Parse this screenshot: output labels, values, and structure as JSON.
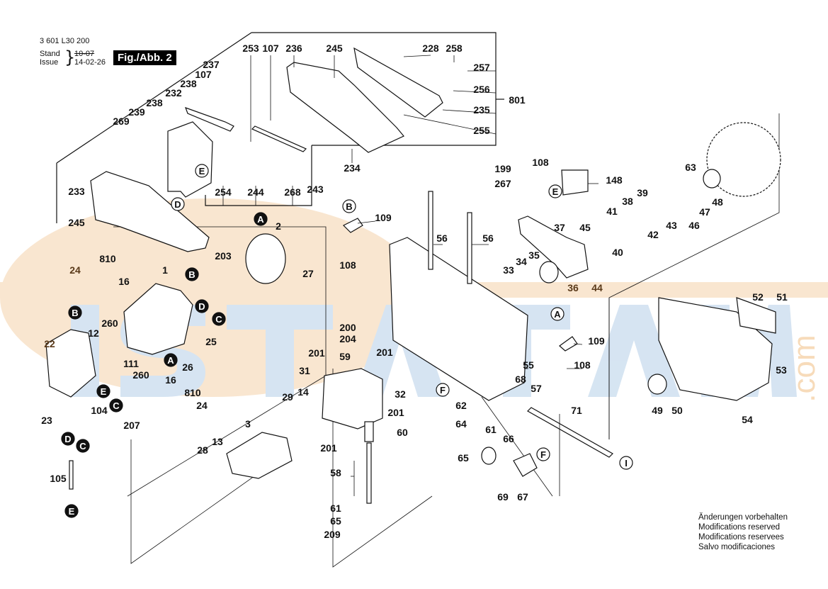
{
  "header": {
    "doc_number": "3 601 L30 200",
    "stand_label": "Stand",
    "issue_label": "Issue",
    "stand_value": "10-07",
    "issue_value": "14-02-26",
    "figure_label": "Fig./Abb. 2"
  },
  "notes": [
    "Änderungen vorbehalten",
    "Modifications reserved",
    "Modifications reservees",
    "Salvo modificaciones"
  ],
  "watermark": {
    "text": "ISTAMAA",
    "suffix": ".com",
    "color_blue": "#c9dbee",
    "color_orange": "#f6d9b8"
  },
  "colors": {
    "ink": "#111111",
    "callout_brown": "#5a3a1a"
  },
  "connectors": [
    "A",
    "B",
    "C",
    "D",
    "E",
    "F",
    "I"
  ],
  "part_groups": {
    "guard_assembly": [
      "228",
      "258",
      "257",
      "256",
      "235",
      "255",
      "801",
      "245",
      "236",
      "107",
      "253",
      "237",
      "238",
      "232",
      "239",
      "269",
      "234",
      "243",
      "268",
      "244",
      "254",
      "233"
    ],
    "motor": [
      "1",
      "2",
      "3",
      "12",
      "13",
      "14",
      "16",
      "22",
      "23",
      "24",
      "25",
      "26",
      "27",
      "28",
      "29",
      "104",
      "105",
      "111",
      "203",
      "207",
      "260",
      "810"
    ],
    "gear_housing": [
      "31",
      "32",
      "58",
      "59",
      "60",
      "61",
      "65",
      "200",
      "201",
      "204",
      "209"
    ],
    "frame": [
      "55",
      "56",
      "57",
      "62",
      "64",
      "68",
      "71",
      "108",
      "109"
    ],
    "arbor": [
      "33",
      "34",
      "35",
      "36",
      "37",
      "38",
      "39",
      "40",
      "41",
      "42",
      "43",
      "44",
      "45",
      "46",
      "47",
      "48",
      "63",
      "148",
      "199",
      "267"
    ],
    "blade_guard": [
      "49",
      "50",
      "51",
      "52",
      "53",
      "54"
    ],
    "tilt_knob": [
      "61",
      "65",
      "66",
      "67",
      "69"
    ]
  }
}
